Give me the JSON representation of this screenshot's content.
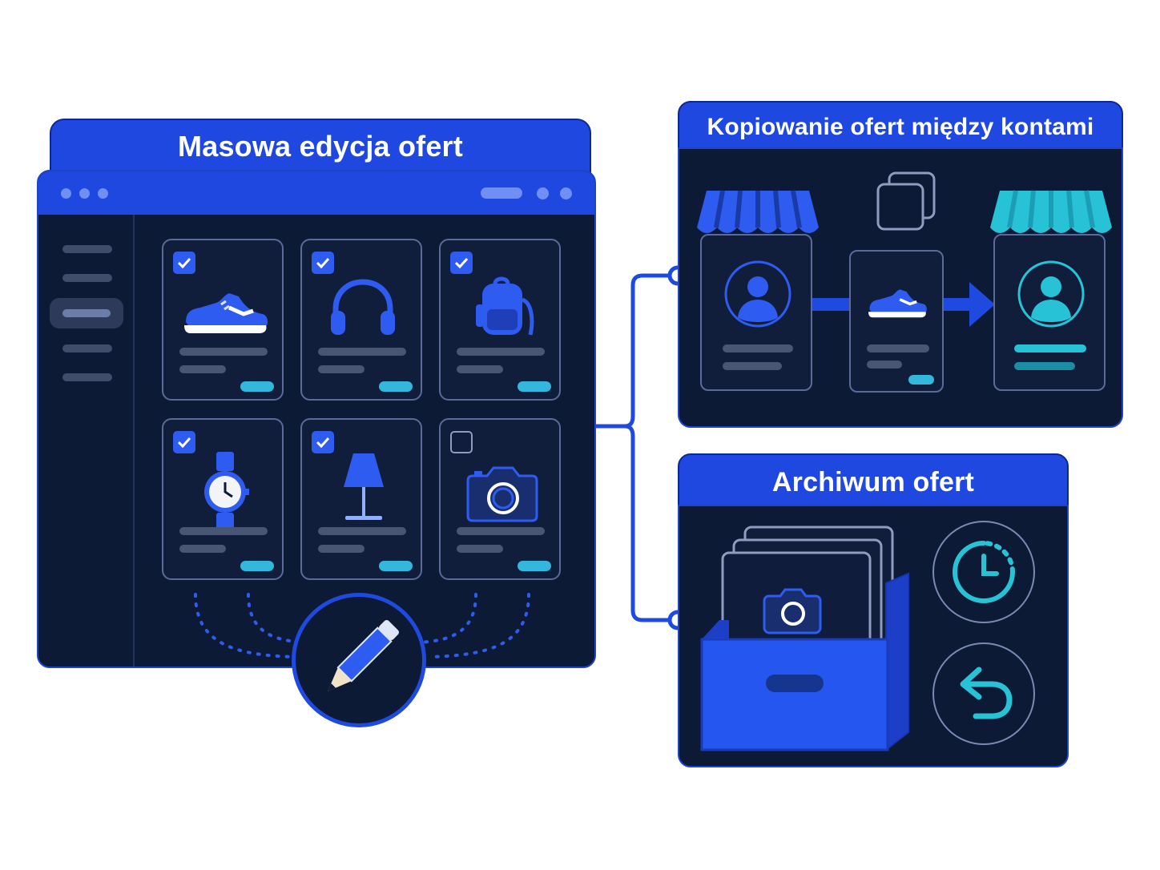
{
  "sections": {
    "bulk_edit": {
      "title": "Masowa edycja ofert"
    },
    "copy": {
      "title": "Kopiowanie ofert między kontami"
    },
    "archive": {
      "title": "Archiwum ofert"
    }
  },
  "products": [
    {
      "icon": "sneaker-icon",
      "checked": true
    },
    {
      "icon": "headphones-icon",
      "checked": true
    },
    {
      "icon": "backpack-icon",
      "checked": true
    },
    {
      "icon": "watch-icon",
      "checked": true
    },
    {
      "icon": "lamp-icon",
      "checked": true
    },
    {
      "icon": "camera-icon",
      "checked": false
    }
  ],
  "colors": {
    "accent_blue": "#1e48e0",
    "panel_bg": "#0c1a35",
    "cyan": "#2fc6dc",
    "connector": "#1f4ae0"
  }
}
